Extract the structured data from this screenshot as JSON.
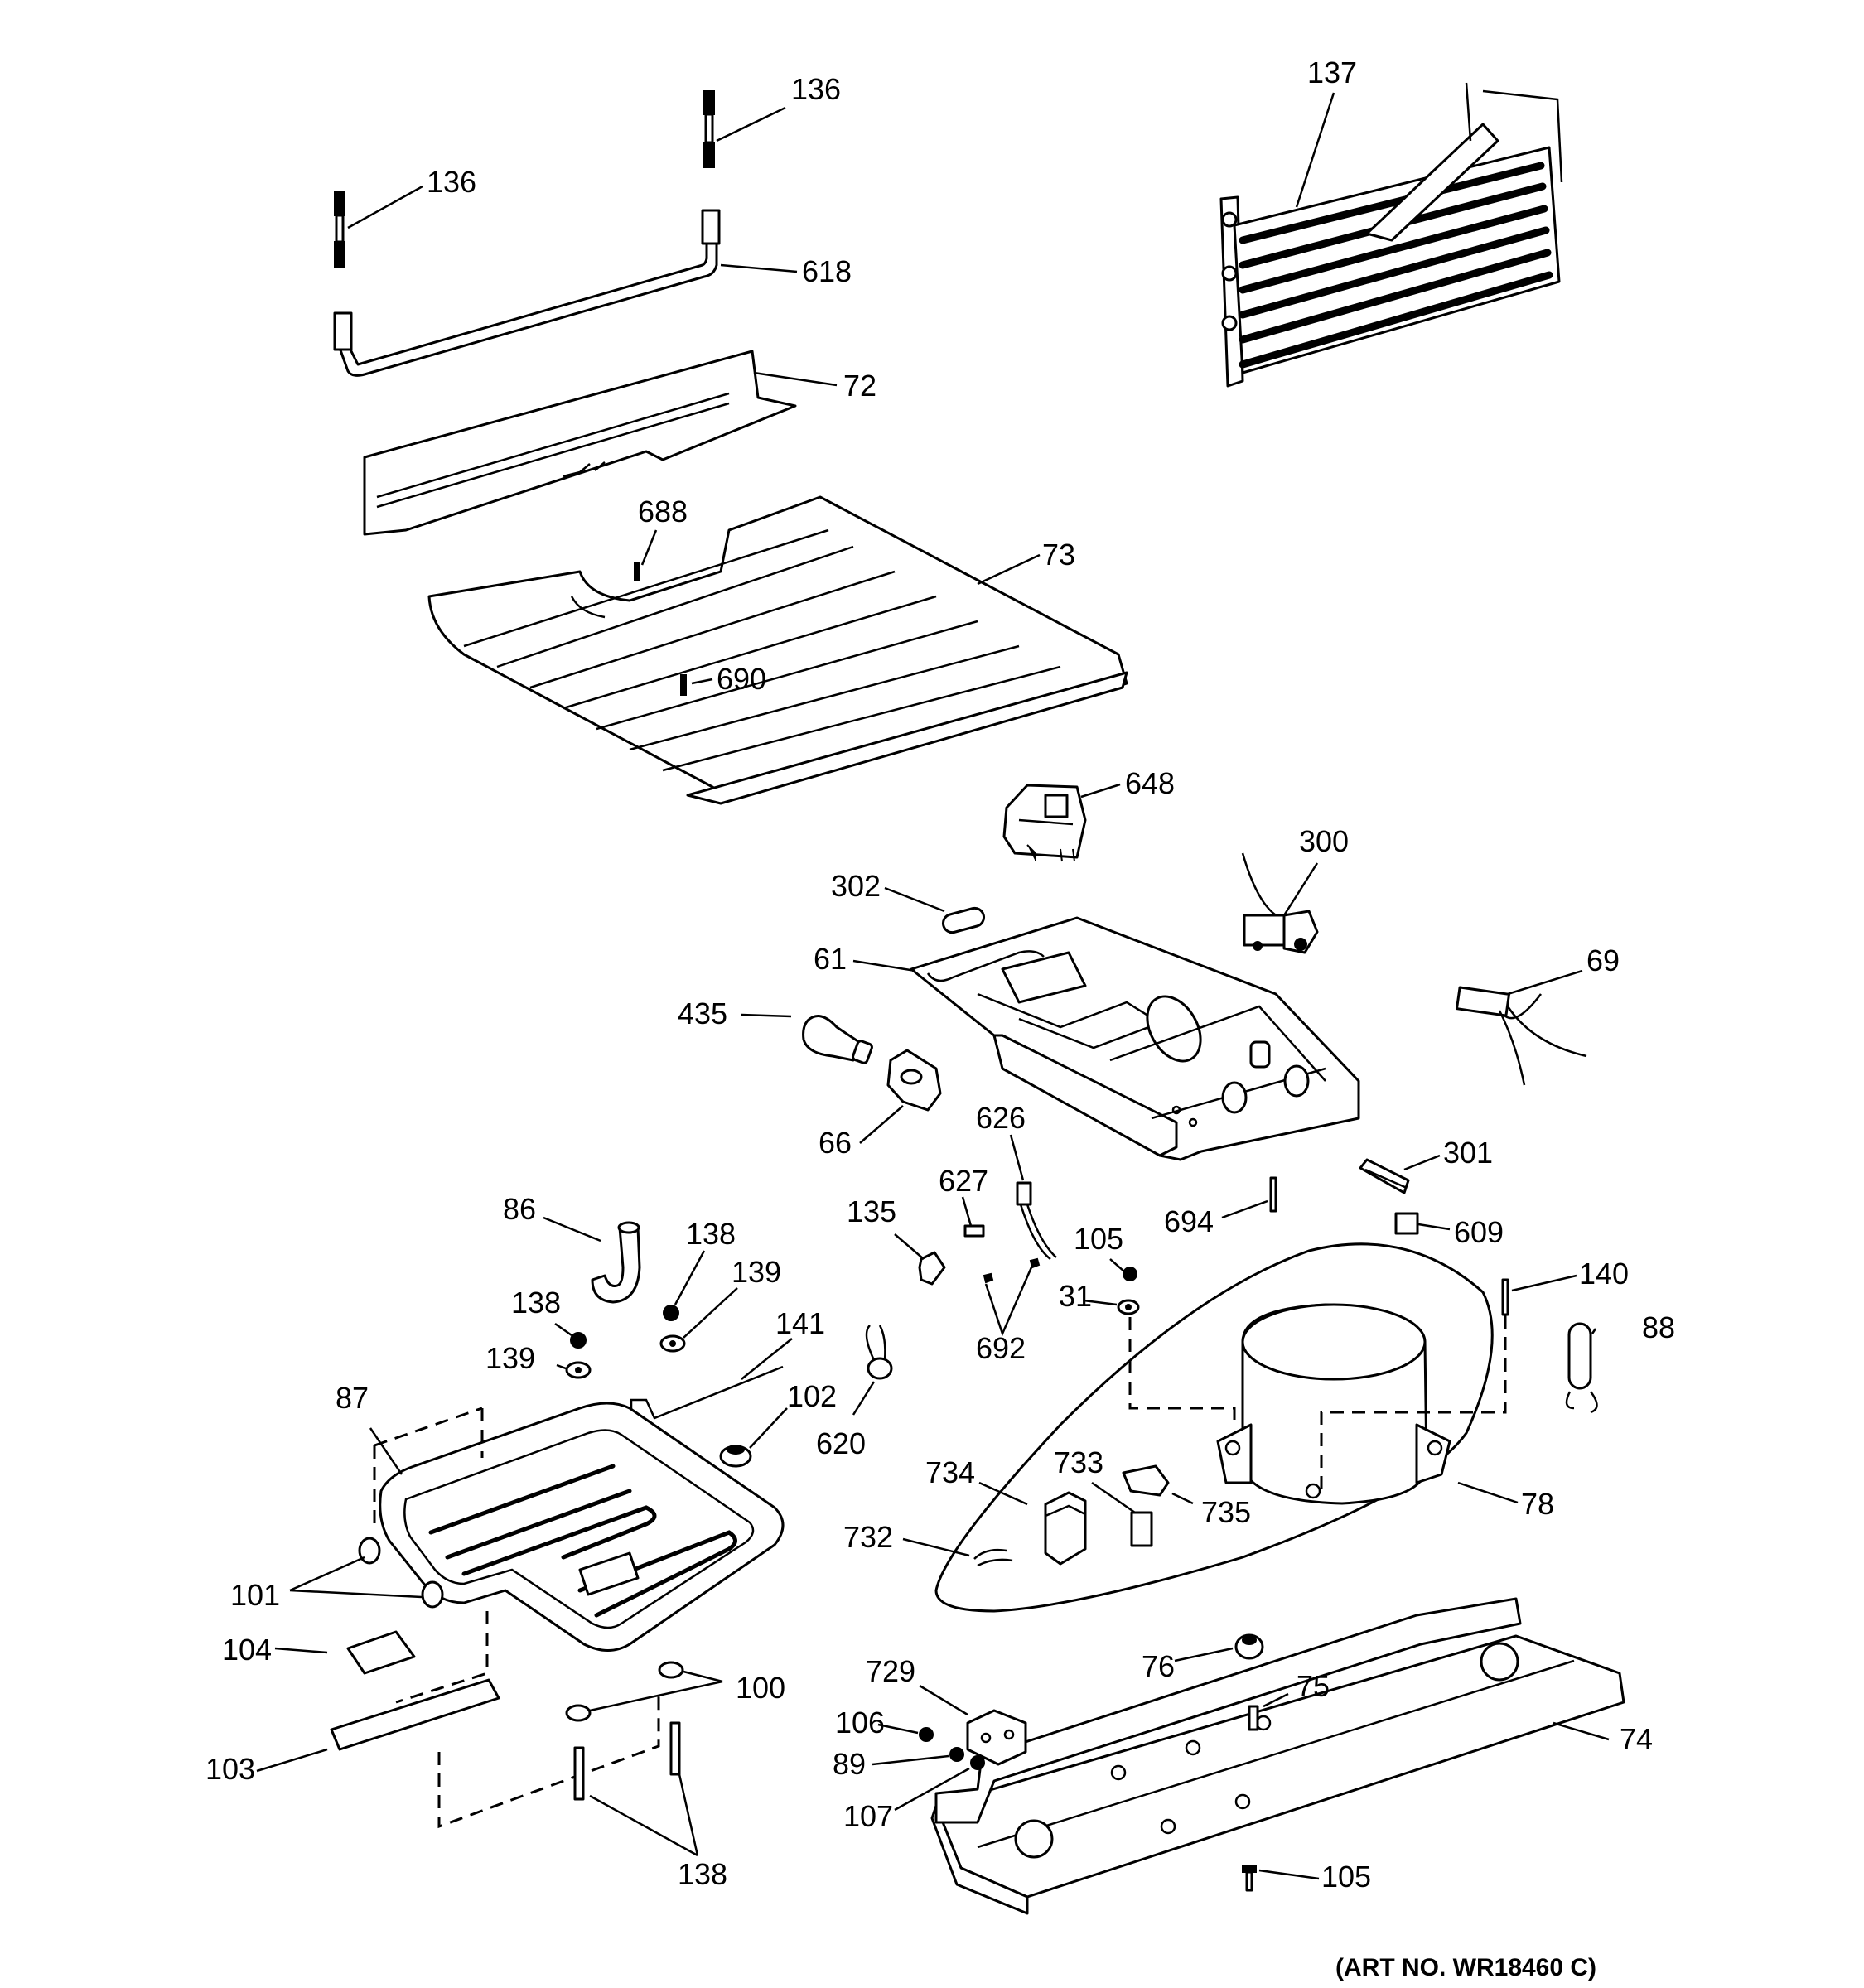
{
  "labels": [
    {
      "id": "l136a",
      "text": "136"
    },
    {
      "id": "l136b",
      "text": "136"
    },
    {
      "id": "l618",
      "text": "618"
    },
    {
      "id": "l72",
      "text": "72"
    },
    {
      "id": "l137",
      "text": "137"
    },
    {
      "id": "l688",
      "text": "688"
    },
    {
      "id": "l73",
      "text": "73"
    },
    {
      "id": "l690",
      "text": "690"
    },
    {
      "id": "l648",
      "text": "648"
    },
    {
      "id": "l300",
      "text": "300"
    },
    {
      "id": "l302",
      "text": "302"
    },
    {
      "id": "l61",
      "text": "61"
    },
    {
      "id": "l69",
      "text": "69"
    },
    {
      "id": "l435",
      "text": "435"
    },
    {
      "id": "l66",
      "text": "66"
    },
    {
      "id": "l626",
      "text": "626"
    },
    {
      "id": "l301",
      "text": "301"
    },
    {
      "id": "l627",
      "text": "627"
    },
    {
      "id": "l694",
      "text": "694"
    },
    {
      "id": "l609",
      "text": "609"
    },
    {
      "id": "l86",
      "text": "86"
    },
    {
      "id": "l135",
      "text": "135"
    },
    {
      "id": "l105a",
      "text": "105"
    },
    {
      "id": "l138a",
      "text": "138"
    },
    {
      "id": "l139a",
      "text": "139"
    },
    {
      "id": "l140",
      "text": "140"
    },
    {
      "id": "l138b",
      "text": "138"
    },
    {
      "id": "l31",
      "text": "31"
    },
    {
      "id": "l88",
      "text": "88"
    },
    {
      "id": "l141",
      "text": "141"
    },
    {
      "id": "l692",
      "text": "692"
    },
    {
      "id": "l139b",
      "text": "139"
    },
    {
      "id": "l87",
      "text": "87"
    },
    {
      "id": "l102",
      "text": "102"
    },
    {
      "id": "l620",
      "text": "620"
    },
    {
      "id": "l734",
      "text": "734"
    },
    {
      "id": "l733",
      "text": "733"
    },
    {
      "id": "l735",
      "text": "735"
    },
    {
      "id": "l78",
      "text": "78"
    },
    {
      "id": "l732",
      "text": "732"
    },
    {
      "id": "l101",
      "text": "101"
    },
    {
      "id": "l104",
      "text": "104"
    },
    {
      "id": "l76",
      "text": "76"
    },
    {
      "id": "l729",
      "text": "729"
    },
    {
      "id": "l100",
      "text": "100"
    },
    {
      "id": "l75",
      "text": "75"
    },
    {
      "id": "l106",
      "text": "106"
    },
    {
      "id": "l74",
      "text": "74"
    },
    {
      "id": "l89",
      "text": "89"
    },
    {
      "id": "l103",
      "text": "103"
    },
    {
      "id": "l107",
      "text": "107"
    },
    {
      "id": "l138c",
      "text": "138"
    },
    {
      "id": "l105b",
      "text": "105"
    }
  ],
  "art_number": "(ART NO. WR18460 C)"
}
